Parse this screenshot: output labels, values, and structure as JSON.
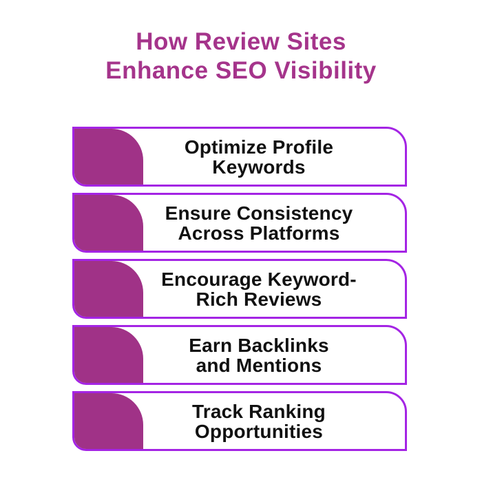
{
  "title": "How Review Sites\nEnhance SEO Visibility",
  "colors": {
    "title": "#A5348B",
    "accent_block": "#A03287",
    "border": "#A424E4",
    "text": "#111111",
    "background": "#FFFFFF"
  },
  "banners": [
    {
      "label": "Optimize Profile\nKeywords"
    },
    {
      "label": "Ensure Consistency\nAcross Platforms"
    },
    {
      "label": "Encourage Keyword-\nRich Reviews"
    },
    {
      "label": "Earn Backlinks\nand Mentions"
    },
    {
      "label": "Track Ranking\nOpportunities"
    }
  ]
}
